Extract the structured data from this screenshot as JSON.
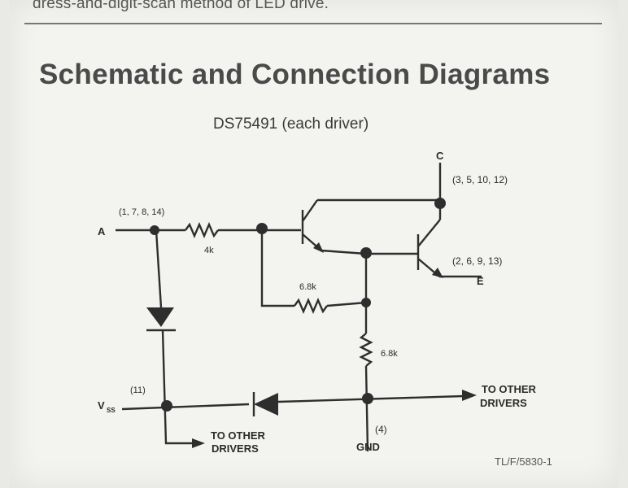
{
  "header_fragment": "dress-and-digit-scan method of LED drive.",
  "section_title": "Schematic and Connection Diagrams",
  "diagram_subtitle": "DS75491 (each driver)",
  "schematic": {
    "node_a": "A",
    "pins_a": "(1, 7, 8, 14)",
    "resistor_4k": "4k",
    "resistor_base": "6.8k",
    "resistor_mid": "6.8k",
    "node_c": "C",
    "pins_c": "(3, 5, 10, 12)",
    "pins_e": "(2, 6, 9, 13)",
    "node_e": "E",
    "pins_vss": "(11)",
    "node_vss": "V",
    "node_vss_sub": "SS",
    "to_other_drivers_right": [
      "TO OTHER",
      "DRIVERS"
    ],
    "to_other_drivers_bottom": [
      "TO OTHER",
      "DRIVERS"
    ],
    "pins_gnd": "(4)",
    "node_gnd": "GND"
  },
  "doc_id": "TL/F/5830-1"
}
